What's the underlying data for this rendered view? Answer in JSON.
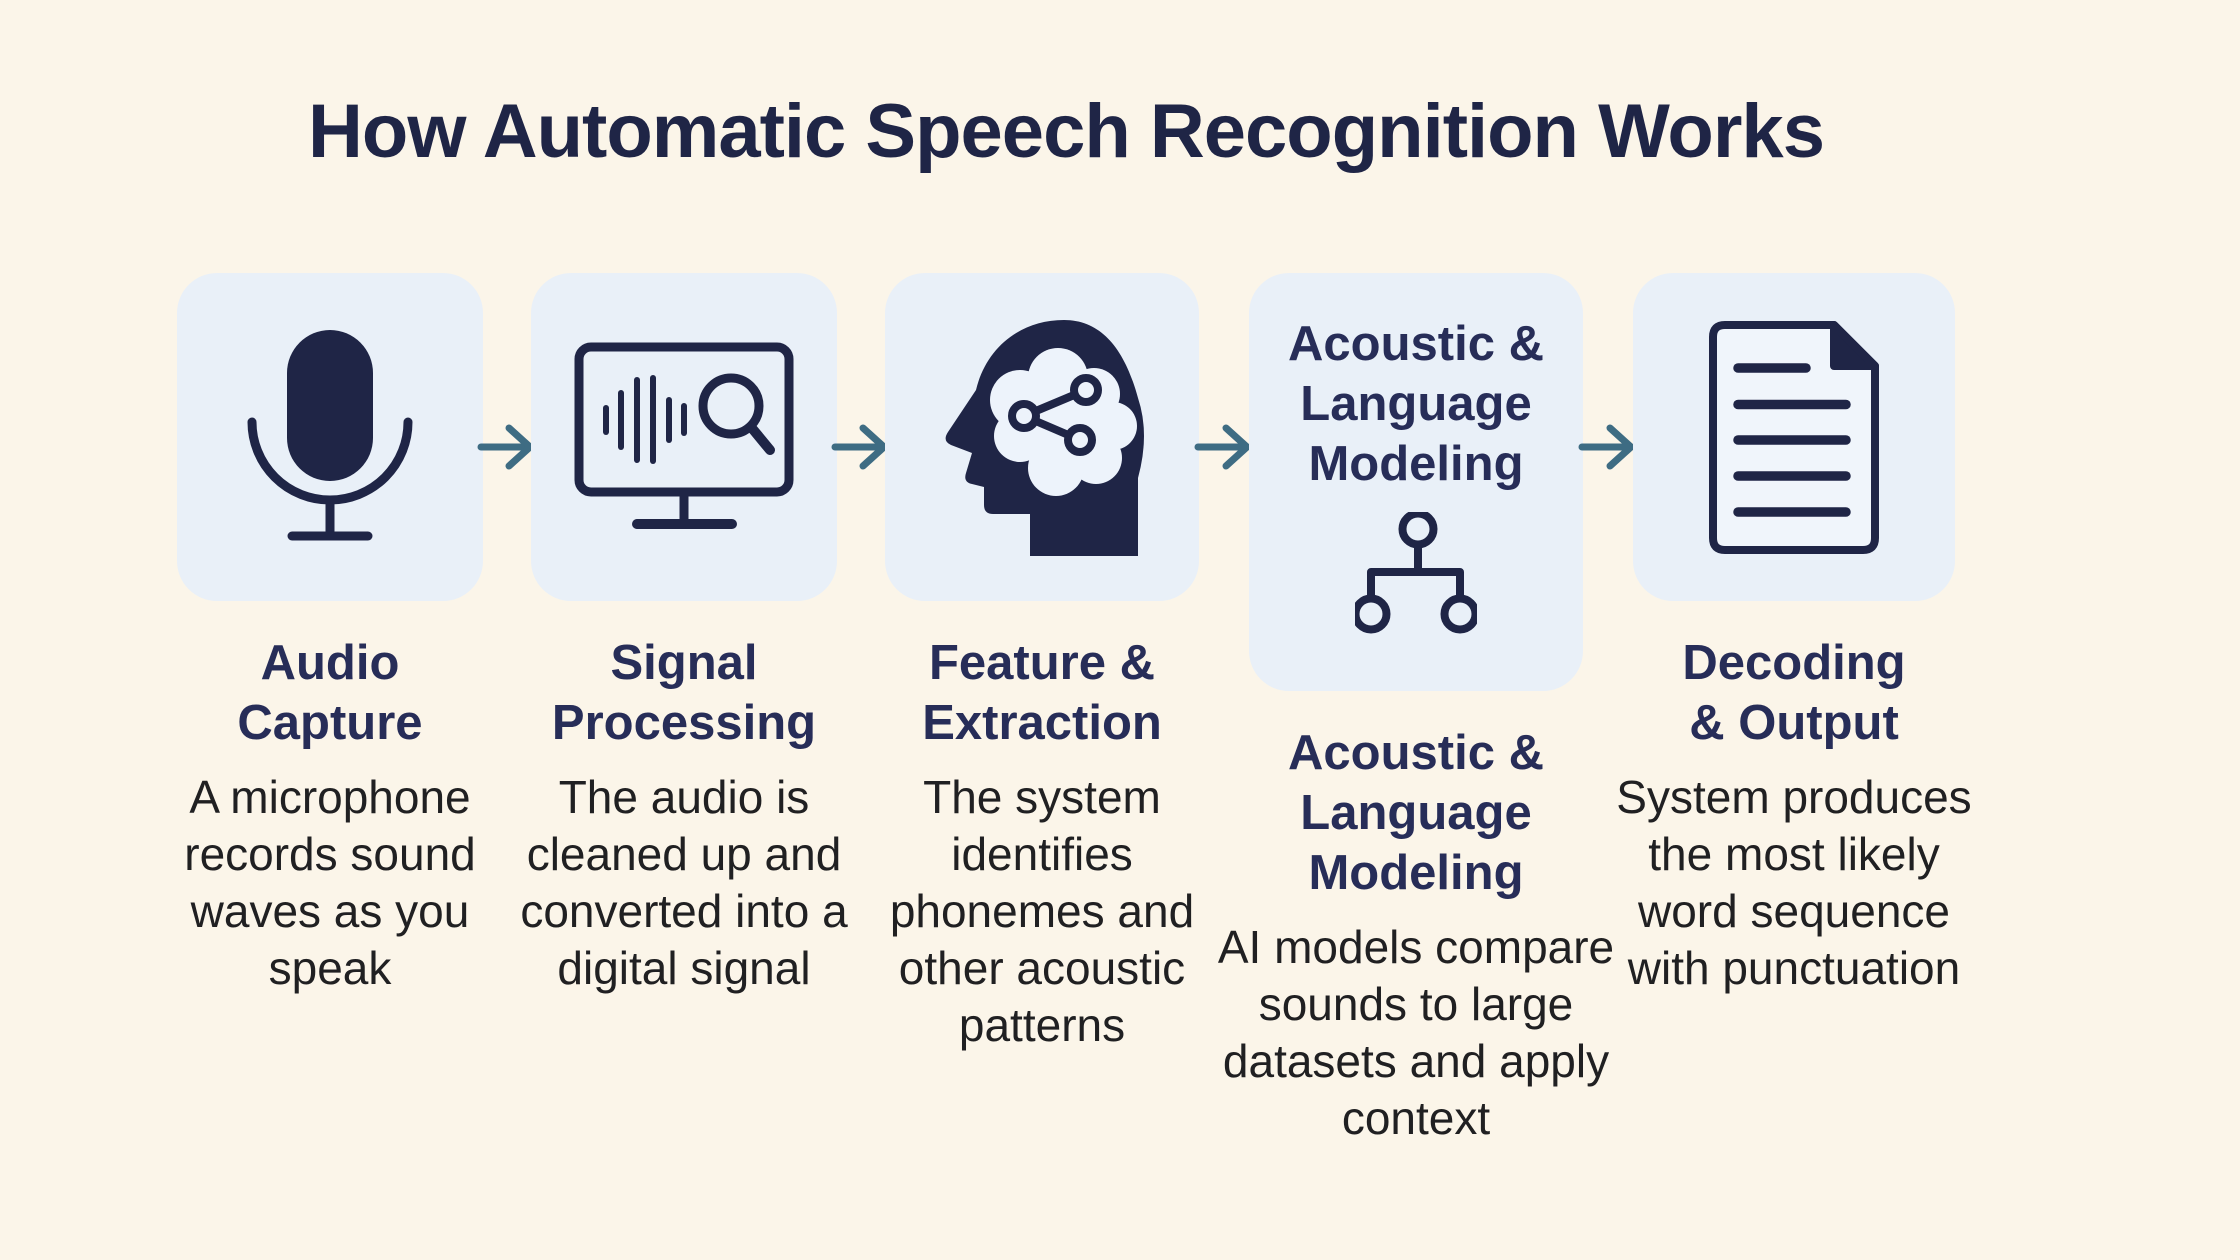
{
  "title": "How Automatic Speech Recognition Works",
  "colors": {
    "background": "#FBF5E9",
    "card": "#E9F0F8",
    "icon_navy": "#1F2546",
    "heading_navy": "#272D58",
    "body_text": "#202022",
    "arrow": "#3E6C83",
    "brain_fill": "#EDF3FB",
    "document_fill": "#F0F5FB"
  },
  "steps": [
    {
      "icon": "microphone-icon",
      "title": "Audio\nCapture",
      "description": "A microphone\nrecords sound\nwaves as you\nspeak"
    },
    {
      "icon": "monitor-waveform-search-icon",
      "title": "Signal\nProcessing",
      "description": "The audio is\ncleaned up and\nconverted into a\ndigital signal"
    },
    {
      "icon": "head-brain-network-icon",
      "title": "Feature &\nExtraction",
      "description": "The system\nidentifies\nphonemes and\nother acoustic\npatterns"
    },
    {
      "icon": "hierarchy-tree-icon",
      "card_title": "Acoustic &\nLanguage\nModeling",
      "title": "Acoustic &\nLanguage\nModeling",
      "description": "AI models compare\nsounds to large\ndatasets and apply\ncontext"
    },
    {
      "icon": "document-icon",
      "title": "Decoding\n& Output",
      "description": "System produces\nthe most likely\nword sequence\nwith punctuation"
    }
  ]
}
